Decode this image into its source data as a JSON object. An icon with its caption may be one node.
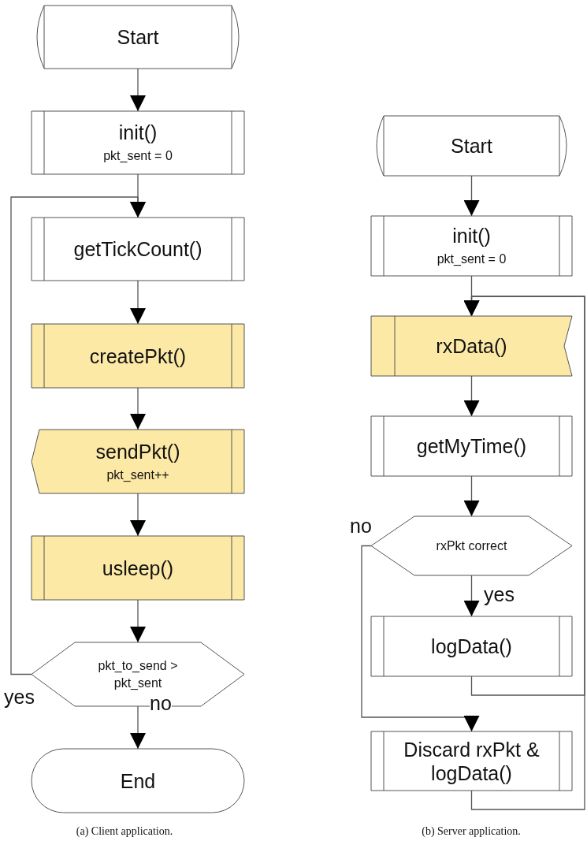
{
  "diagram": {
    "nodes": [
      {
        "text": [
          "Start"
        ]
      },
      {
        "text": [
          "init()",
          "pkt_sent = 0"
        ]
      },
      {
        "text": [
          "getTickCount()"
        ]
      },
      {
        "text": [
          "createPkt()"
        ]
      },
      {
        "text": [
          "sendPkt()",
          "pkt_sent++"
        ]
      },
      {
        "text": [
          "usleep()"
        ]
      },
      {
        "text": [
          "pkt_to_send > pkt_sent"
        ]
      },
      {
        "text": [
          "End"
        ]
      },
      {
        "text": [
          "Start"
        ]
      },
      {
        "text": [
          "init()",
          "pkt_sent = 0"
        ]
      },
      {
        "text": [
          "rxData()"
        ]
      },
      {
        "text": [
          "getMyTime()"
        ]
      },
      {
        "text": [
          "rxPkt correct"
        ]
      },
      {
        "text": [
          "logData()"
        ]
      },
      {
        "text": [
          "Discard rxPkt & logData()"
        ]
      }
    ],
    "edges": [
      {
        "from": 0,
        "to": 1,
        "arrow": "to"
      },
      {
        "from": 1,
        "to": 2,
        "arrow": "to"
      },
      {
        "from": 2,
        "to": 3,
        "arrow": "to"
      },
      {
        "from": 3,
        "to": 4,
        "arrow": "to"
      },
      {
        "from": 4,
        "to": 5,
        "arrow": "to"
      },
      {
        "from": 5,
        "to": 6,
        "arrow": "to"
      },
      {
        "from": 6,
        "to": 7,
        "arrow": "to",
        "label": "no"
      },
      {
        "from": 6,
        "to": 2,
        "arrow": "to",
        "label": "yes"
      },
      {
        "from": 8,
        "to": 9,
        "arrow": "to"
      },
      {
        "from": 9,
        "to": 10,
        "arrow": "to"
      },
      {
        "from": 10,
        "to": 11,
        "arrow": "to"
      },
      {
        "from": 11,
        "to": 12,
        "arrow": "to"
      },
      {
        "from": 12,
        "to": 13,
        "arrow": "to",
        "label": "yes"
      },
      {
        "from": 12,
        "to": 14,
        "arrow": "to",
        "label": "no"
      },
      {
        "from": 13,
        "to": 10,
        "arrow": "to"
      },
      {
        "from": 14,
        "to": 10,
        "arrow": "to"
      }
    ],
    "labels": [
      "(a) Client application.",
      "(b) Server application."
    ]
  }
}
